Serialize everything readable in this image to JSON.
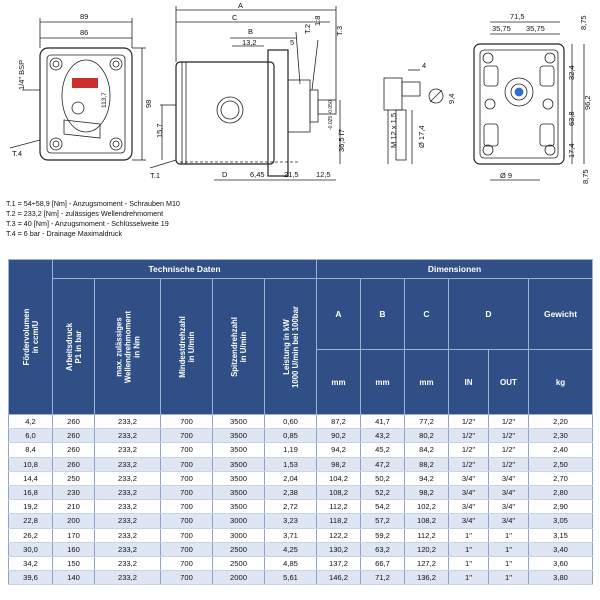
{
  "drawing": {
    "front": {
      "w1": "89",
      "w2": "86",
      "h": "98",
      "port": "1/4\" BSP",
      "t4": "T.4",
      "badge": "113,7"
    },
    "side": {
      "a": "A",
      "c": "C",
      "b": "B",
      "d132": "13,2",
      "d5": "5",
      "t2": "T.2",
      "t18": "1:8",
      "t3": "T.3",
      "d157": "15,7",
      "t1": "T.1",
      "dD": "D",
      "d645": "6,45",
      "d215": "21,5",
      "d365": "36,5 f7",
      "d125": "12,5",
      "tol": "-0.025\n-0.050"
    },
    "shaft": {
      "d4": "4",
      "d94": "9,4",
      "m12": "M 12 x 1,5",
      "d174": "Ø 17,4"
    },
    "rear": {
      "d715": "71,5",
      "d3575a": "35,75",
      "d3575b": "35,75",
      "d875a": "8,75",
      "d324": "32,4",
      "d962": "96,2",
      "d638": "63,8",
      "d174": "17,4",
      "d9": "Ø 9",
      "d875b": "8,75"
    }
  },
  "notes": [
    "T.1 = 54÷58,9 [Nm] - Anzugsmoment - Schrauben M10",
    "T.2 = 233,2 [Nm] - zulässiges Wellendrehmoment",
    "T.3 = 40 [Nm] - Anzugsmoment - Schlüsselweite 19",
    "T.4 = 6 bar - Drainage Maximaldruck"
  ],
  "table": {
    "group_tech": "Technische Daten",
    "group_dim": "Dimensionen",
    "col_volume": "Fördervolumen\nin ccm/U",
    "col_pressure": "Arbeitsdruck\nP1 in bar",
    "col_torque": "max. zulässiges\nWellendrehmoment\nin Nm",
    "col_min_rpm": "Mindestdrehzahl\nin U/min",
    "col_max_rpm": "Spitzendrehzahl\nin U/min",
    "col_power": "Leistung in kW\n1000 U/min bei 100bar",
    "dim_a": "A",
    "dim_b": "B",
    "dim_c": "C",
    "dim_d": "D",
    "weight": "Gewicht",
    "unit_mm_a": "mm",
    "unit_mm_b": "mm",
    "unit_mm_c": "mm",
    "unit_in": "IN",
    "unit_out": "OUT",
    "unit_kg": "kg",
    "rows": [
      [
        "4,2",
        "260",
        "233,2",
        "700",
        "3500",
        "0,60",
        "87,2",
        "41,7",
        "77,2",
        "1/2\"",
        "1/2\"",
        "2,20"
      ],
      [
        "6,0",
        "260",
        "233,2",
        "700",
        "3500",
        "0,85",
        "90,2",
        "43,2",
        "80,2",
        "1/2\"",
        "1/2\"",
        "2,30"
      ],
      [
        "8,4",
        "260",
        "233,2",
        "700",
        "3500",
        "1,19",
        "94,2",
        "45,2",
        "84,2",
        "1/2\"",
        "1/2\"",
        "2,40"
      ],
      [
        "10,8",
        "260",
        "233,2",
        "700",
        "3500",
        "1,53",
        "98,2",
        "47,2",
        "88,2",
        "1/2\"",
        "1/2\"",
        "2,50"
      ],
      [
        "14,4",
        "250",
        "233,2",
        "700",
        "3500",
        "2,04",
        "104,2",
        "50,2",
        "94,2",
        "3/4\"",
        "3/4\"",
        "2,70"
      ],
      [
        "16,8",
        "230",
        "233,2",
        "700",
        "3500",
        "2,38",
        "108,2",
        "52,2",
        "98,2",
        "3/4\"",
        "3/4\"",
        "2,80"
      ],
      [
        "19,2",
        "210",
        "233,2",
        "700",
        "3500",
        "2,72",
        "112,2",
        "54,2",
        "102,2",
        "3/4\"",
        "3/4\"",
        "2,90"
      ],
      [
        "22,8",
        "200",
        "233,2",
        "700",
        "3000",
        "3,23",
        "118,2",
        "57,2",
        "108,2",
        "3/4\"",
        "3/4\"",
        "3,05"
      ],
      [
        "26,2",
        "170",
        "233,2",
        "700",
        "3000",
        "3,71",
        "122,2",
        "59,2",
        "112,2",
        "1\"",
        "1\"",
        "3,15"
      ],
      [
        "30,0",
        "160",
        "233,2",
        "700",
        "2500",
        "4,25",
        "130,2",
        "63,2",
        "120,2",
        "1\"",
        "1\"",
        "3,40"
      ],
      [
        "34,2",
        "150",
        "233,2",
        "700",
        "2500",
        "4,85",
        "137,2",
        "66,7",
        "127,2",
        "1\"",
        "1\"",
        "3,60"
      ],
      [
        "39,6",
        "140",
        "233,2",
        "700",
        "2000",
        "5,61",
        "146,2",
        "71,2",
        "136,2",
        "1\"",
        "1\"",
        "3,80"
      ]
    ]
  }
}
